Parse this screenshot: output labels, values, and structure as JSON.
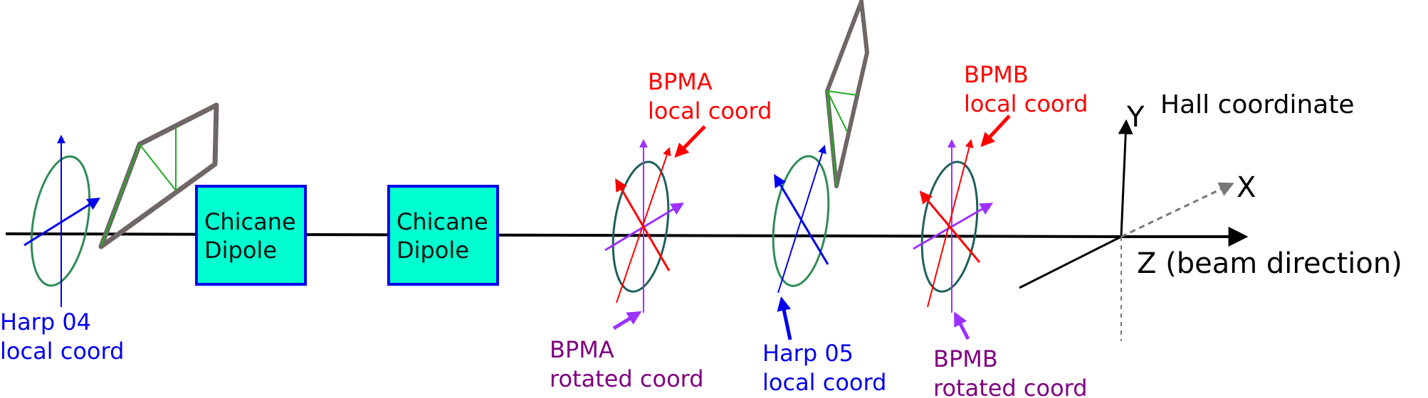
{
  "labels": {
    "harp04": [
      "Harp 04",
      "local coord"
    ],
    "chicane1": [
      "Chicane",
      "Dipole"
    ],
    "chicane2": [
      "Chicane",
      "Dipole"
    ],
    "bpma_local": [
      "BPMA",
      "local coord"
    ],
    "bpma_rot": [
      "BPMA",
      "rotated coord"
    ],
    "harp05": [
      "Harp 05",
      "local coord"
    ],
    "bpmb_local": [
      "BPMB",
      "local coord"
    ],
    "bpmb_rot": [
      "BPMB",
      "rotated coord"
    ],
    "hall_title": "Hall coordinate",
    "axis_y": "Y",
    "axis_x": "X",
    "axis_z": "Z (beam direction)"
  },
  "colors": {
    "beamline": "#000000",
    "harp_ring": "#2e8b57",
    "bpm_ring": "#1f5f5a",
    "harp_wire": "#0000ee",
    "bpm_local": "#ff0000",
    "bpm_rotated": "#8a2be2",
    "violet_axis": "#9b30ff",
    "frame": "#6e6766",
    "frame_inner": "#22aa22",
    "chicane_fill": "#00ffd0",
    "chicane_border": "#0000ee"
  }
}
